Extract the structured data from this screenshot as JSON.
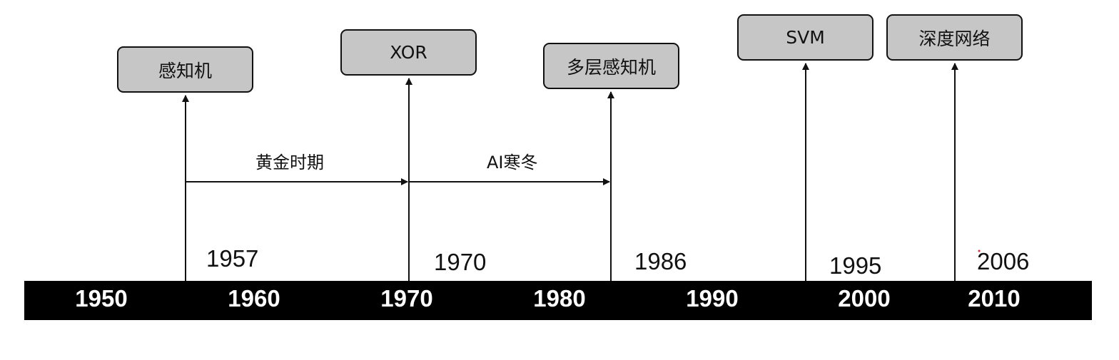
{
  "events": [
    {
      "label": "感知机",
      "year": "1957"
    },
    {
      "label": "XOR",
      "year": "1970"
    },
    {
      "label": "多层感知机",
      "year": "1986"
    },
    {
      "label": "SVM",
      "year": "1995"
    },
    {
      "label": "深度网络",
      "year": "2006"
    }
  ],
  "periods": [
    {
      "label": "黄金时期"
    },
    {
      "label": "AI寒冬"
    }
  ],
  "axis": {
    "decades": [
      "1950",
      "1960",
      "1970",
      "1980",
      "1990",
      "2000",
      "2010"
    ]
  },
  "colors": {
    "box_fill": "#c6c6c6",
    "box_border": "#111111",
    "axis_bar": "#000000",
    "axis_text": "#ffffff",
    "line": "#111111"
  }
}
